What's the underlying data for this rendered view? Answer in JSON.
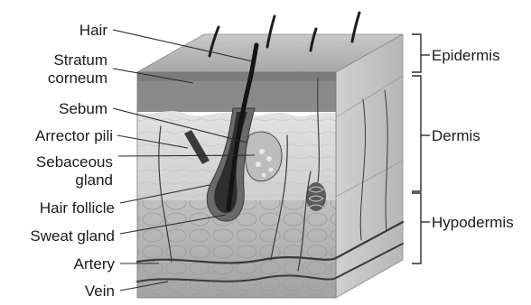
{
  "left_labels": [
    {
      "id": "hair",
      "lines": [
        "Hair"
      ]
    },
    {
      "id": "stratum-corneum",
      "lines": [
        "Stratum",
        "corneum"
      ]
    },
    {
      "id": "sebum",
      "lines": [
        "Sebum"
      ]
    },
    {
      "id": "arrector-pili",
      "lines": [
        "Arrector pili"
      ]
    },
    {
      "id": "sebaceous-gland",
      "lines": [
        "Sebaceous",
        "gland"
      ]
    },
    {
      "id": "hair-follicle",
      "lines": [
        "Hair follicle"
      ]
    },
    {
      "id": "sweat-gland",
      "lines": [
        "Sweat gland"
      ]
    },
    {
      "id": "artery",
      "lines": [
        "Artery"
      ]
    },
    {
      "id": "vein",
      "lines": [
        "Vein"
      ]
    }
  ],
  "layers": [
    {
      "id": "epidermis",
      "label": "Epidermis"
    },
    {
      "id": "dermis",
      "label": "Dermis"
    },
    {
      "id": "hypodermis",
      "label": "Hypodermis"
    }
  ],
  "colors": {
    "epidermis_top": "#b9b9b9",
    "epidermis_front": "#8a8a8a",
    "dermis": "#d6d6d6",
    "hypodermis": "#b2b2b2",
    "side_face": "#c4c4c4",
    "hair": "#1e1e1e"
  }
}
